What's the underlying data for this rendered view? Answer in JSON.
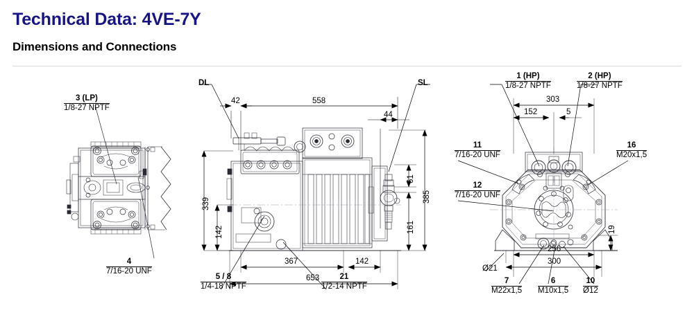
{
  "header": {
    "title": "Technical Data: 4VE-7Y",
    "subtitle": "Dimensions and Connections",
    "title_color": "#171488"
  },
  "views": {
    "left": {
      "name": "side-view"
    },
    "middle": {
      "name": "front-elevation-view"
    },
    "right": {
      "name": "end-view"
    }
  },
  "callouts": {
    "lp3": {
      "number": "3 (LP)",
      "thread": "1/8-27 NPTF"
    },
    "c4": {
      "number": "4",
      "thread": "7/16-20 UNF"
    },
    "c58": {
      "number": "5 / 8",
      "thread": "1/4-18 NPTF"
    },
    "c21": {
      "number": "21",
      "thread": "1/2-14 NPTF"
    },
    "hp1": {
      "number": "1 (HP)",
      "thread": "1/8-27 NPTF"
    },
    "hp2": {
      "number": "2 (HP)",
      "thread": "1/8-27 NPTF"
    },
    "c11": {
      "number": "11",
      "thread": "7/16-20 UNF"
    },
    "c12": {
      "number": "12",
      "thread": "7/16-20 UNF"
    },
    "c16": {
      "number": "16",
      "thread": "M20x1,5"
    },
    "c7": {
      "number": "7",
      "thread": "M22x1,5"
    },
    "c6": {
      "number": "6",
      "thread": "M10x1,5"
    },
    "c10": {
      "number": "10",
      "thread": "Ø12"
    }
  },
  "port_labels": {
    "dl": "DL",
    "sl": "SL"
  },
  "dimensions": {
    "middle": {
      "d42": "42",
      "d558": "558",
      "d44": "44",
      "d339": "339",
      "d142_v": "142",
      "d385": "385",
      "d61": "61",
      "d161": "161",
      "d367": "367",
      "d142_h": "142",
      "d653": "653"
    },
    "right": {
      "d303": "303",
      "d152": "152",
      "d5": "5",
      "d19": "19",
      "d256": "256",
      "d300": "300",
      "dia21": "Ø21"
    }
  }
}
